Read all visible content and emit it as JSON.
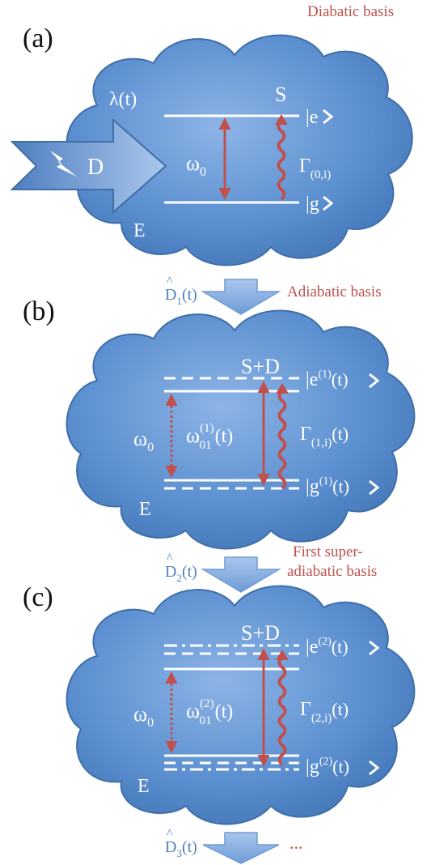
{
  "header": {
    "basis_a": "Diabatic basis"
  },
  "panels": [
    {
      "letter": "(a)",
      "system": "S",
      "environment": "E",
      "lambda": "λ(t)",
      "drive": "D",
      "excited_state": "|e",
      "ground_state": "|g",
      "omega": {
        "main": "ω",
        "sub": "0"
      },
      "gamma": {
        "main": "Γ",
        "sub": "(0,i)"
      }
    },
    {
      "letter": "(b)",
      "system": "S+D",
      "environment": "E",
      "excited_state": {
        "main": "|e",
        "sup": "(1)",
        "tail": "(t)"
      },
      "ground_state": {
        "main": "|g",
        "sup": "(1)",
        "tail": "(t)"
      },
      "omega0": {
        "main": "ω",
        "sub": "0"
      },
      "omega_t": {
        "main": "ω",
        "sup": "(1)",
        "sub": "01",
        "tail": "(t)"
      },
      "gamma": {
        "main": "Γ",
        "sub": "(1,i)",
        "tail": "(t)"
      }
    },
    {
      "letter": "(c)",
      "system": "S+D",
      "environment": "E",
      "excited_state": {
        "main": "|e",
        "sup": "(2)",
        "tail": "(t)"
      },
      "ground_state": {
        "main": "|g",
        "sup": "(2)",
        "tail": "(t)"
      },
      "omega0": {
        "main": "ω",
        "sub": "0"
      },
      "omega_t": {
        "main": "ω",
        "sup": "(2)",
        "sub": "01",
        "tail": "(t)"
      },
      "gamma": {
        "main": "Γ",
        "sub": "(2,i)",
        "tail": "(t)"
      }
    }
  ],
  "transforms": [
    {
      "main": "D",
      "hat": "^",
      "sub": "1",
      "tail": "(t)",
      "note": "Adiabatic basis"
    },
    {
      "main": "D",
      "hat": "^",
      "sub": "2",
      "tail": "(t)",
      "note_line1": "First super-",
      "note_line2": "adiabatic basis"
    },
    {
      "main": "D",
      "hat": "^",
      "sub": "3",
      "tail": "(t)",
      "note": "..."
    }
  ],
  "colors": {
    "cloud": "#5b8fd0",
    "cloud_stroke": "#3f6fa8",
    "accent_red": "#c0504d",
    "transform_blue": "#4f81bd",
    "line_white": "#ffffff"
  }
}
